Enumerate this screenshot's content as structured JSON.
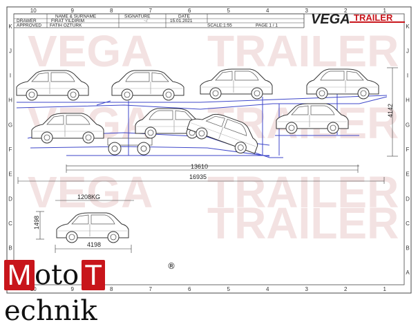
{
  "frame": {
    "columns": [
      "10",
      "9",
      "8",
      "7",
      "6",
      "5",
      "4",
      "3",
      "2",
      "1"
    ],
    "rows": [
      "K",
      "J",
      "I",
      "H",
      "G",
      "F",
      "E",
      "D",
      "C",
      "B",
      "A"
    ]
  },
  "title_block": {
    "row1": [
      "",
      "NAME & SURNAME",
      "SIGNATURE",
      "DATE"
    ],
    "row2": [
      "DRAWER",
      "FIRAT YILDIRIM",
      "",
      "15.01.2021"
    ],
    "row3": [
      "APPROVED",
      "FATIH OZTURK",
      "",
      "SCALE:1:55",
      "PAGE 1 / 1"
    ]
  },
  "brand": {
    "word1": "VEGA",
    "word2": "TRAILER",
    "color": "#c8151b"
  },
  "watermark": {
    "word1": "VEGA",
    "word2": "TRAILER"
  },
  "dimensions": {
    "height_total": "4142",
    "trailer_length": "13610",
    "overall_length": "16935",
    "car_weight": "1208KG",
    "car_height": "1498",
    "car_length": "4198"
  },
  "footer_logo": {
    "m": "M",
    "oto": "oto",
    "t": "T",
    "echnik": "echnik",
    "registered": "®"
  },
  "colors": {
    "line": "#3a3a3a",
    "blue": "#3d46c9",
    "red": "#c8151b",
    "watermark": "#f0dcdc"
  },
  "icons": [
    "car-icon",
    "wheel-icon"
  ]
}
